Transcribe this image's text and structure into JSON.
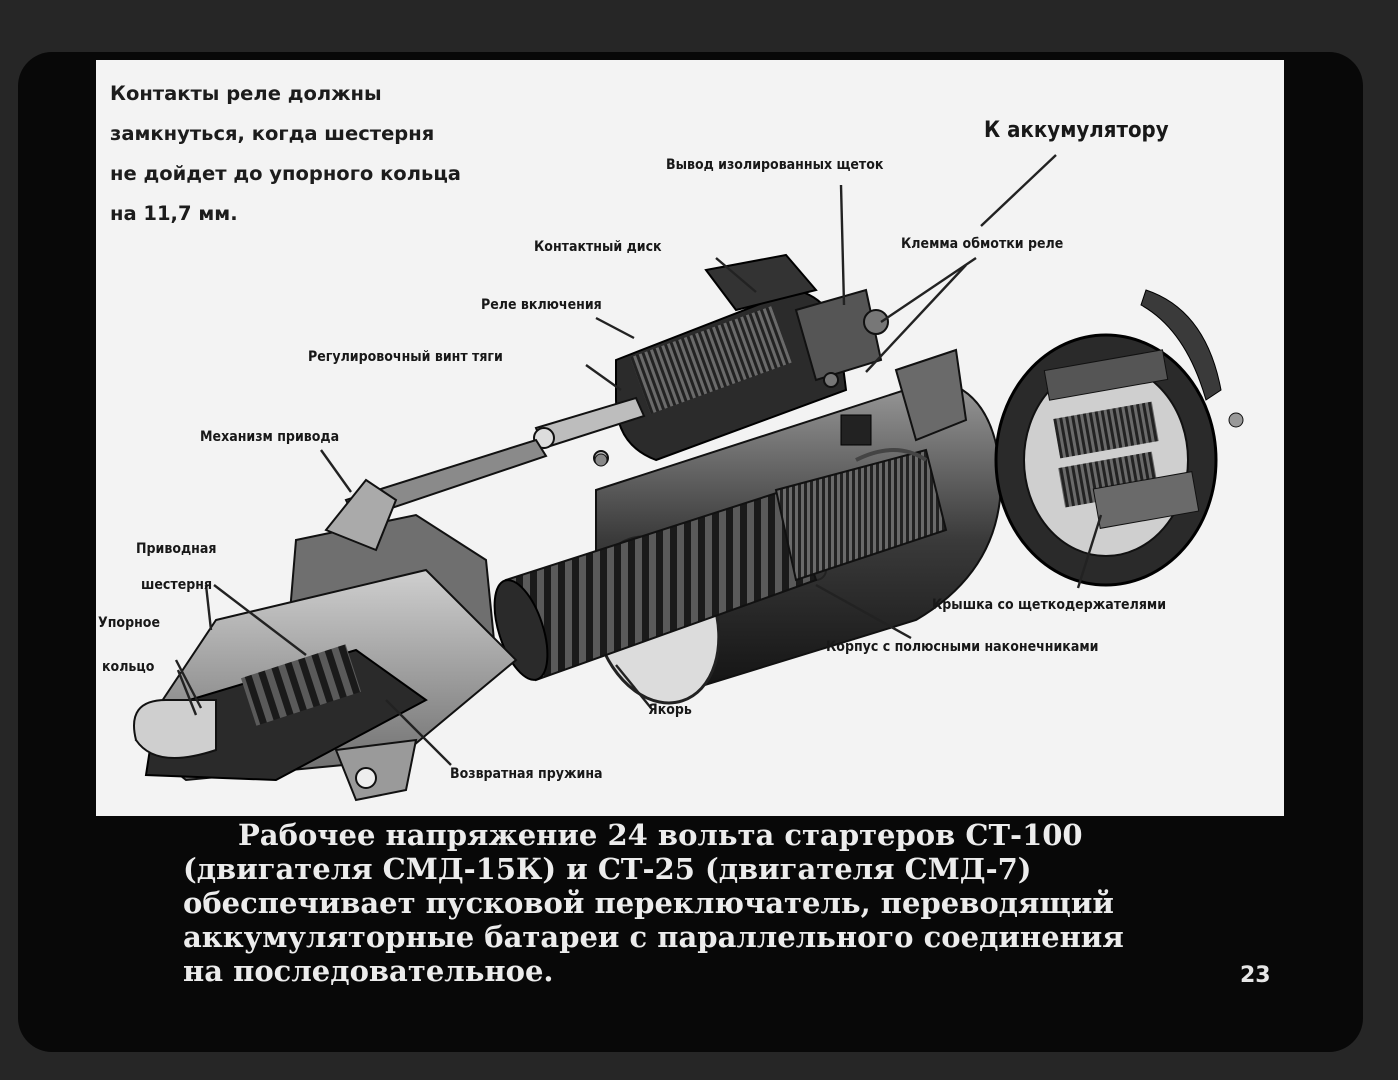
{
  "slide": {
    "note_lines": [
      "Контакты реле должны",
      "замкнуться, когда шестерня",
      "не дойдет до упорного кольца",
      "на 11,7 мм."
    ],
    "labels": {
      "to_battery": "К аккумулятору",
      "brush_output": "Вывод изолированных щеток",
      "contact_disc": "Контактный диск",
      "relay_coil_terminal": "Клемма обмотки реле",
      "starter_relay": "Реле включения",
      "adjusting_screw": "Регулировочный винт тяги",
      "drive_mechanism": "Механизм привода",
      "drive_gear_1": "Приводная",
      "drive_gear_2": "шестерня",
      "stop_ring_1": "Упорное",
      "stop_ring_2": "кольцо",
      "brush_cover": "Крышка со щеткодержателями",
      "housing": "Корпус с полюсными наконечниками",
      "armature": "Якорь",
      "return_spring": "Возвратная пружина"
    },
    "caption_lines": [
      "Рабочее напряжение 24 вольта  стартеров СТ-100",
      "(двигателя  СМД-15К)  и  СТ-25  (двигателя  СМД-7)",
      "обеспечивает  пусковой  переключатель, переводящий",
      "аккумуляторные батареи с параллельного соединения",
      "на  последовательное."
    ],
    "page_number": "23"
  }
}
